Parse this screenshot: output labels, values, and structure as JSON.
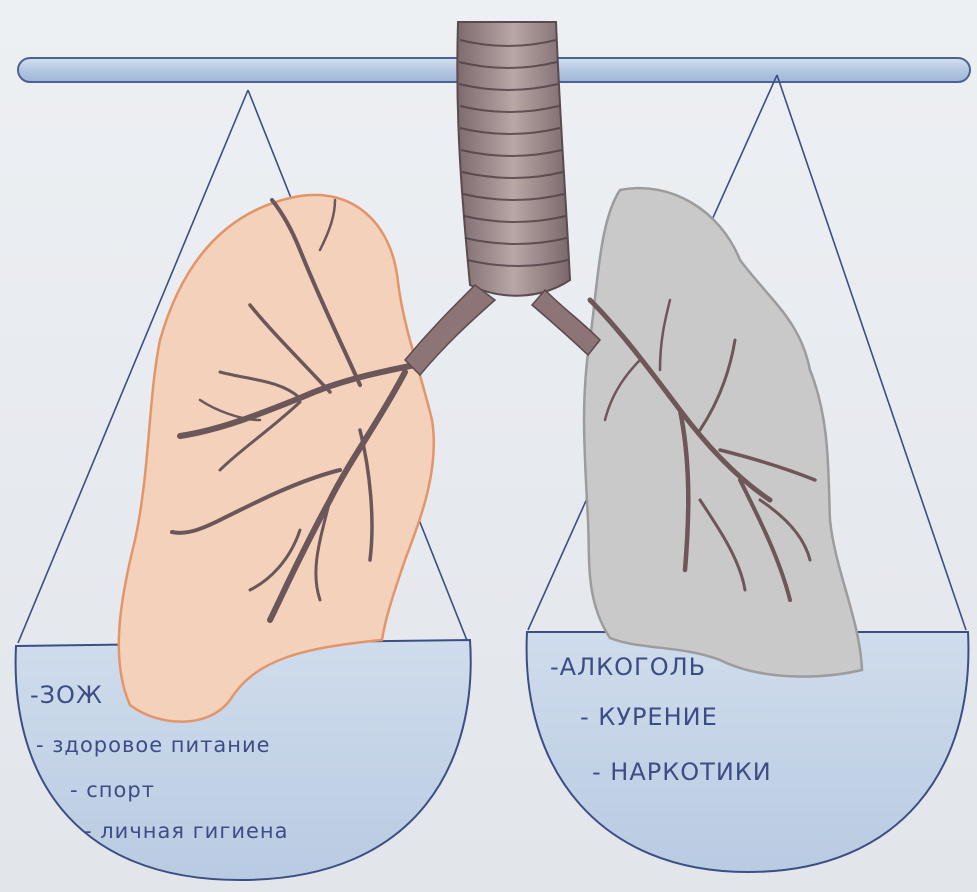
{
  "left_pan": {
    "items": [
      "-ЗОЖ",
      "- здоровое питание",
      "- спорт",
      "- личная гигиена"
    ]
  },
  "right_pan": {
    "items": [
      "-АЛКОГОЛЬ",
      "- КУРЕНИЕ",
      "- НАРКОТИКИ"
    ]
  },
  "colors": {
    "paper": "#e9ecf0",
    "beam": "#b9cde6",
    "healthy_lung": "#f3d0b8",
    "healthy_lung_outline": "#e39a6e",
    "smoker_lung": "#c9c9c9",
    "pan_fill": "#c6d5e8",
    "bronchi": "#6e5a5e",
    "ink": "#3c4d86"
  }
}
